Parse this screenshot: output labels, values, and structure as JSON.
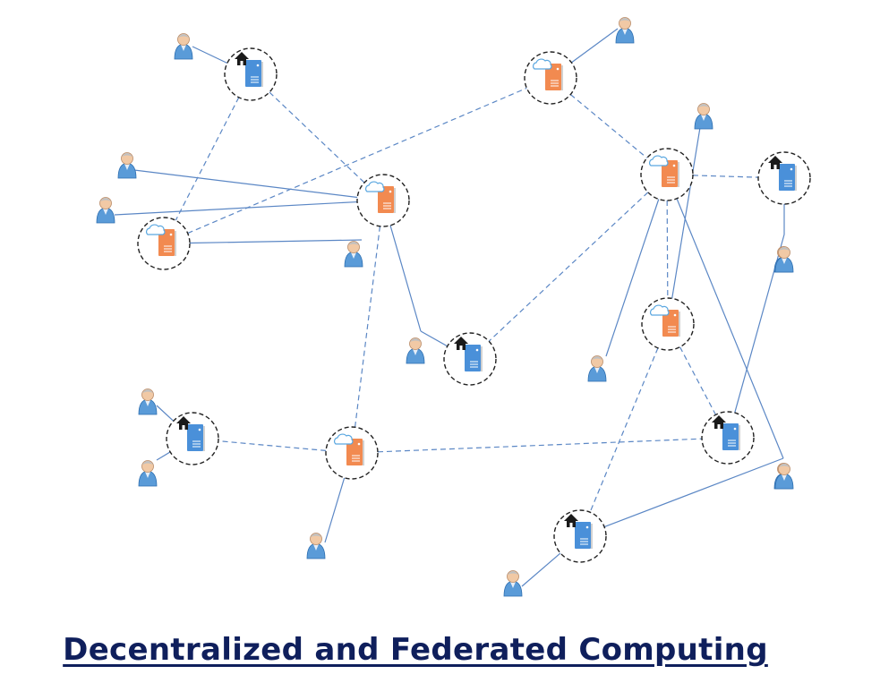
{
  "title": "Decentralized and Federated Computing",
  "colors": {
    "home_server": "#4a90d9",
    "cloud_server": "#f28a50",
    "home_roof": "#1a1a1a",
    "cloud_outline": "#5aa7e0",
    "link": "#5b87c5",
    "node_ring": "#222222",
    "title": "#0f1f5c"
  },
  "icons": {
    "home_node": "home-server-icon",
    "cloud_node": "cloud-server-icon",
    "user": "user-icon"
  },
  "nodes": [
    {
      "id": "h1",
      "type": "home"
    },
    {
      "id": "c1",
      "type": "cloud"
    },
    {
      "id": "c2",
      "type": "cloud"
    },
    {
      "id": "c3",
      "type": "cloud"
    },
    {
      "id": "h2",
      "type": "home"
    },
    {
      "id": "c4",
      "type": "cloud"
    },
    {
      "id": "h3",
      "type": "home"
    },
    {
      "id": "c5",
      "type": "cloud"
    },
    {
      "id": "h4",
      "type": "home"
    },
    {
      "id": "c6",
      "type": "cloud"
    },
    {
      "id": "h5",
      "type": "home"
    },
    {
      "id": "h6",
      "type": "home"
    }
  ],
  "users": [
    {
      "id": "u1"
    },
    {
      "id": "u2"
    },
    {
      "id": "u3"
    },
    {
      "id": "u4"
    },
    {
      "id": "u5"
    },
    {
      "id": "u6"
    },
    {
      "id": "u7"
    },
    {
      "id": "u8"
    },
    {
      "id": "u9"
    },
    {
      "id": "u10"
    },
    {
      "id": "u11"
    },
    {
      "id": "u12"
    },
    {
      "id": "u13"
    },
    {
      "id": "u14"
    },
    {
      "id": "u15"
    },
    {
      "id": "u16"
    },
    {
      "id": "u17"
    }
  ],
  "links": {
    "dashed": [
      [
        "h1",
        "c4"
      ],
      [
        "h1",
        "c2"
      ],
      [
        "c2",
        "c1"
      ],
      [
        "c1",
        "c3"
      ],
      [
        "c3",
        "h3"
      ],
      [
        "c3",
        "h2"
      ],
      [
        "c3",
        "c5"
      ],
      [
        "c4",
        "c6"
      ],
      [
        "c6",
        "h4"
      ],
      [
        "c6",
        "h5"
      ],
      [
        "c5",
        "h5"
      ],
      [
        "c5",
        "h6"
      ]
    ],
    "solid": [
      [
        "u1",
        "h1"
      ],
      [
        "u2",
        "c1"
      ],
      [
        "u3",
        "c4"
      ],
      [
        "u4",
        "c4"
      ],
      [
        "u5",
        "c2"
      ],
      [
        "u6",
        "h3"
      ],
      [
        "u7",
        "c5"
      ],
      [
        "c4",
        "u6"
      ],
      [
        "u8",
        "h4"
      ],
      [
        "u9",
        "h4"
      ],
      [
        "u10",
        "c6"
      ],
      [
        "u11",
        "h5"
      ],
      [
        "u12",
        "c3"
      ],
      [
        "u13",
        "h2"
      ],
      [
        "c3",
        "u14"
      ],
      [
        "u15",
        "h6"
      ],
      [
        "u14",
        "h6"
      ]
    ]
  }
}
